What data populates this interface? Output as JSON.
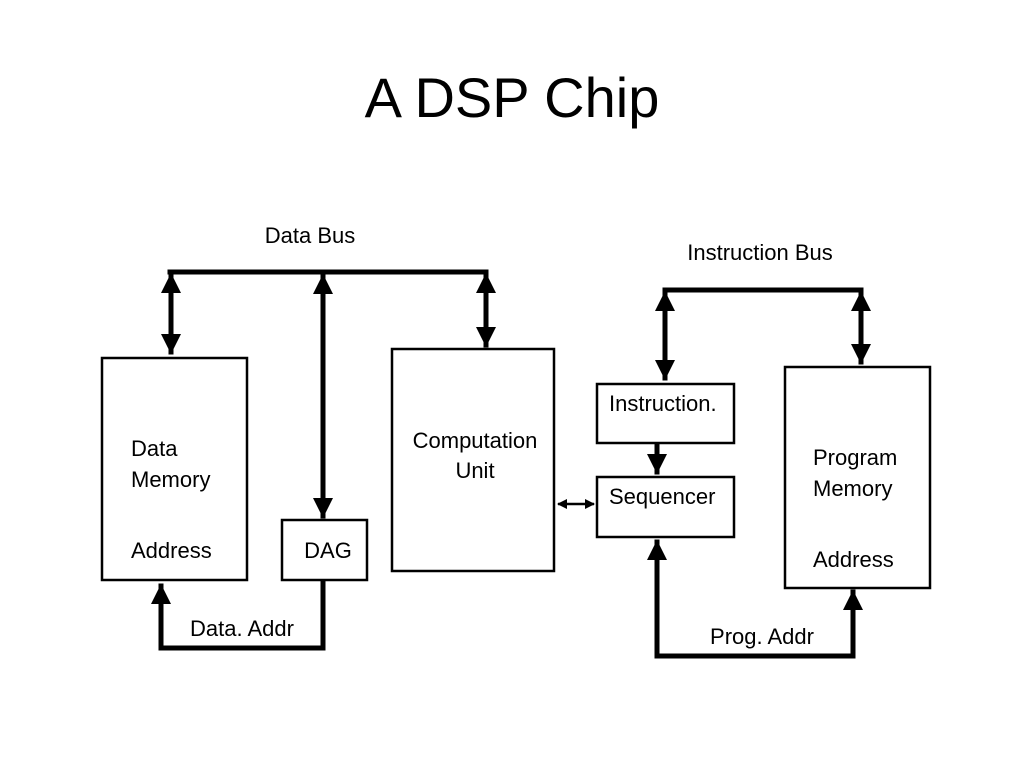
{
  "title": "A DSP Chip",
  "colors": {
    "ink": "#000000",
    "background": "#ffffff"
  },
  "buses": {
    "data_bus": "Data Bus",
    "instruction_bus": "Instruction Bus",
    "data_addr": "Data. Addr",
    "prog_addr": "Prog. Addr"
  },
  "blocks": {
    "data_memory": {
      "line1": "Data",
      "line2": "Memory",
      "address": "Address"
    },
    "dag": {
      "label": "DAG"
    },
    "computation_unit": {
      "line1": "Computation",
      "line2": "Unit"
    },
    "instruction": {
      "label": "Instruction."
    },
    "sequencer": {
      "label": "Sequencer"
    },
    "program_memory": {
      "line1": "Program",
      "line2": "Memory",
      "address": "Address"
    }
  }
}
